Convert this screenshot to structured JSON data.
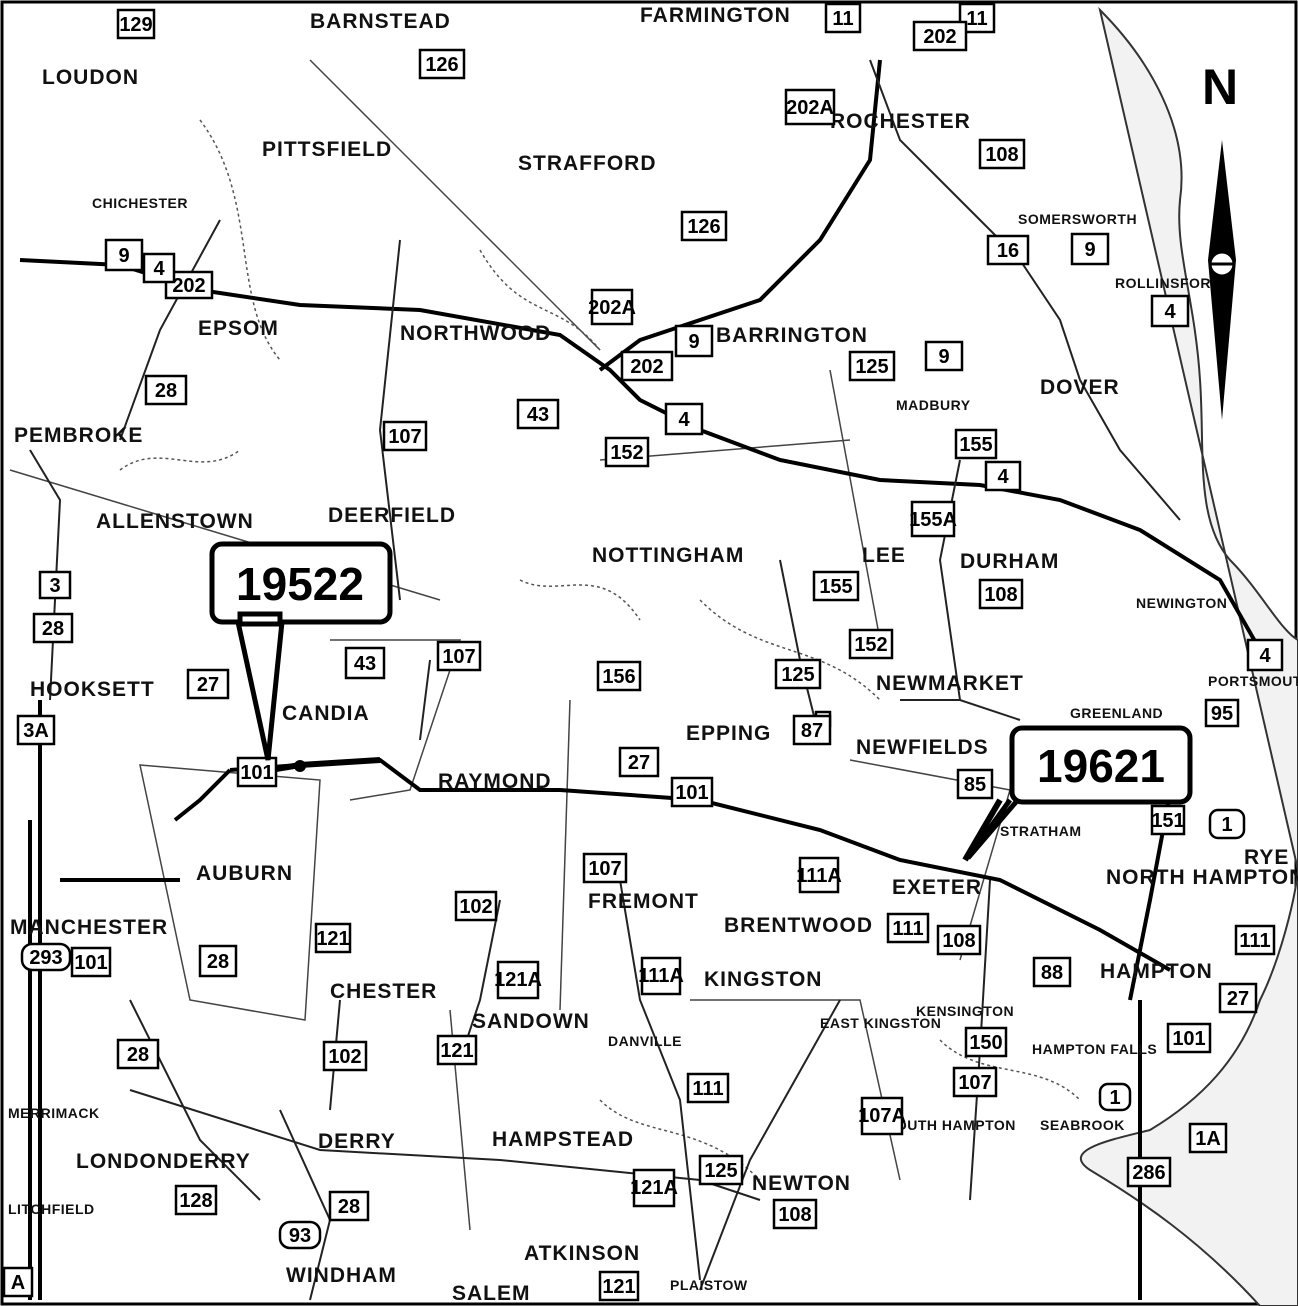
{
  "towns": [
    "LOUDON",
    "BARNSTEAD",
    "FARMINGTON",
    "PITTSFIELD",
    "STRAFFORD",
    "ROCHESTER",
    "CHICHESTER",
    "SOMERSWORTH",
    "ROLLINSFORD",
    "EPSOM",
    "NORTHWOOD",
    "BARRINGTON",
    "DOVER",
    "PEMBROKE",
    "MADBURY",
    "ALLENSTOWN",
    "DEERFIELD",
    "NOTTINGHAM",
    "LEE",
    "DURHAM",
    "NEWINGTON",
    "HOOKSETT",
    "CANDIA",
    "NEWMARKET",
    "GREENLAND",
    "PORTSMOUTH",
    "EPPING",
    "NEWFIELDS",
    "RAYMOND",
    "STRATHAM",
    "RYE",
    "AUBURN",
    "FREMONT",
    "BRENTWOOD",
    "EXETER",
    "NORTH HAMPTON",
    "MANCHESTER",
    "KINGSTON",
    "HAMPTON",
    "CHESTER",
    "SANDOWN",
    "DANVILLE",
    "EAST KINGSTON",
    "KENSINGTON",
    "HAMPTON FALLS",
    "SOUTH HAMPTON",
    "SEABROOK",
    "DERRY",
    "HAMPSTEAD",
    "LONDONDERRY",
    "NEWTON",
    "ATKINSON",
    "WINDHAM",
    "SALEM",
    "PLAISTOW",
    "LITCHFIELD",
    "MERRIMACK"
  ],
  "shields": [
    "129",
    "11",
    "11",
    "202",
    "126",
    "202A",
    "108",
    "9",
    "126",
    "16",
    "9",
    "202",
    "202A",
    "4",
    "4",
    "202",
    "9",
    "125",
    "9",
    "28",
    "43",
    "4",
    "107",
    "152",
    "155",
    "4",
    "155A",
    "155",
    "108",
    "3",
    "28",
    "107",
    "156",
    "125",
    "152",
    "4",
    "27",
    "43",
    "107",
    "3A",
    "87",
    "95",
    "101",
    "27",
    "101",
    "85",
    "151",
    "1",
    "107",
    "111A",
    "111",
    "102",
    "121",
    "108",
    "111",
    "293",
    "101",
    "28",
    "121A",
    "111A",
    "88",
    "27",
    "150",
    "101",
    "121",
    "107",
    "1",
    "28",
    "102",
    "111",
    "107A",
    "1A",
    "128",
    "125",
    "121A",
    "286",
    "108",
    "93",
    "28",
    "121",
    "A"
  ],
  "callouts": {
    "west": "19522",
    "east": "19621"
  },
  "north_arrow": {
    "label": "N"
  }
}
